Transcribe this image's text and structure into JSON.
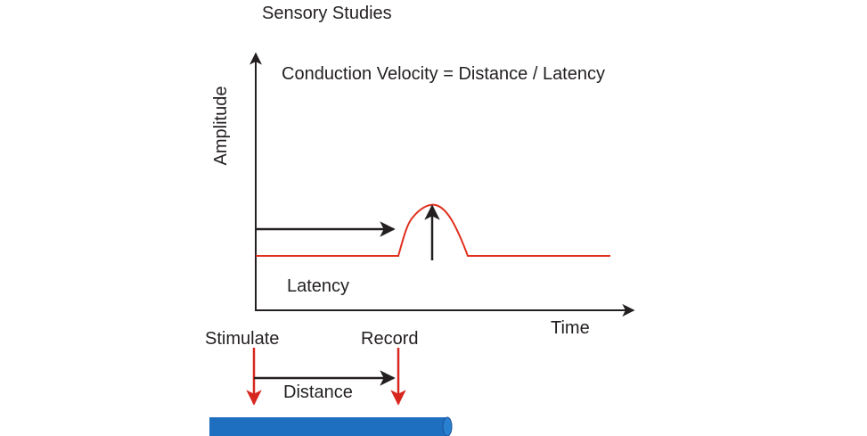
{
  "title": "Sensory Studies",
  "formula": "Conduction Velocity = Distance / Latency",
  "labels": {
    "y_axis": "Amplitude",
    "x_axis": "Time",
    "latency": "Latency",
    "stimulate": "Stimulate",
    "record": "Record",
    "distance": "Distance"
  },
  "colors": {
    "text": "#231f20",
    "axis": "#231f20",
    "trace": "#e0301e",
    "stimulus_arrow": "#d7261e",
    "nerve_fill": "#1f6fc0",
    "nerve_edge": "#1a4f96"
  }
}
